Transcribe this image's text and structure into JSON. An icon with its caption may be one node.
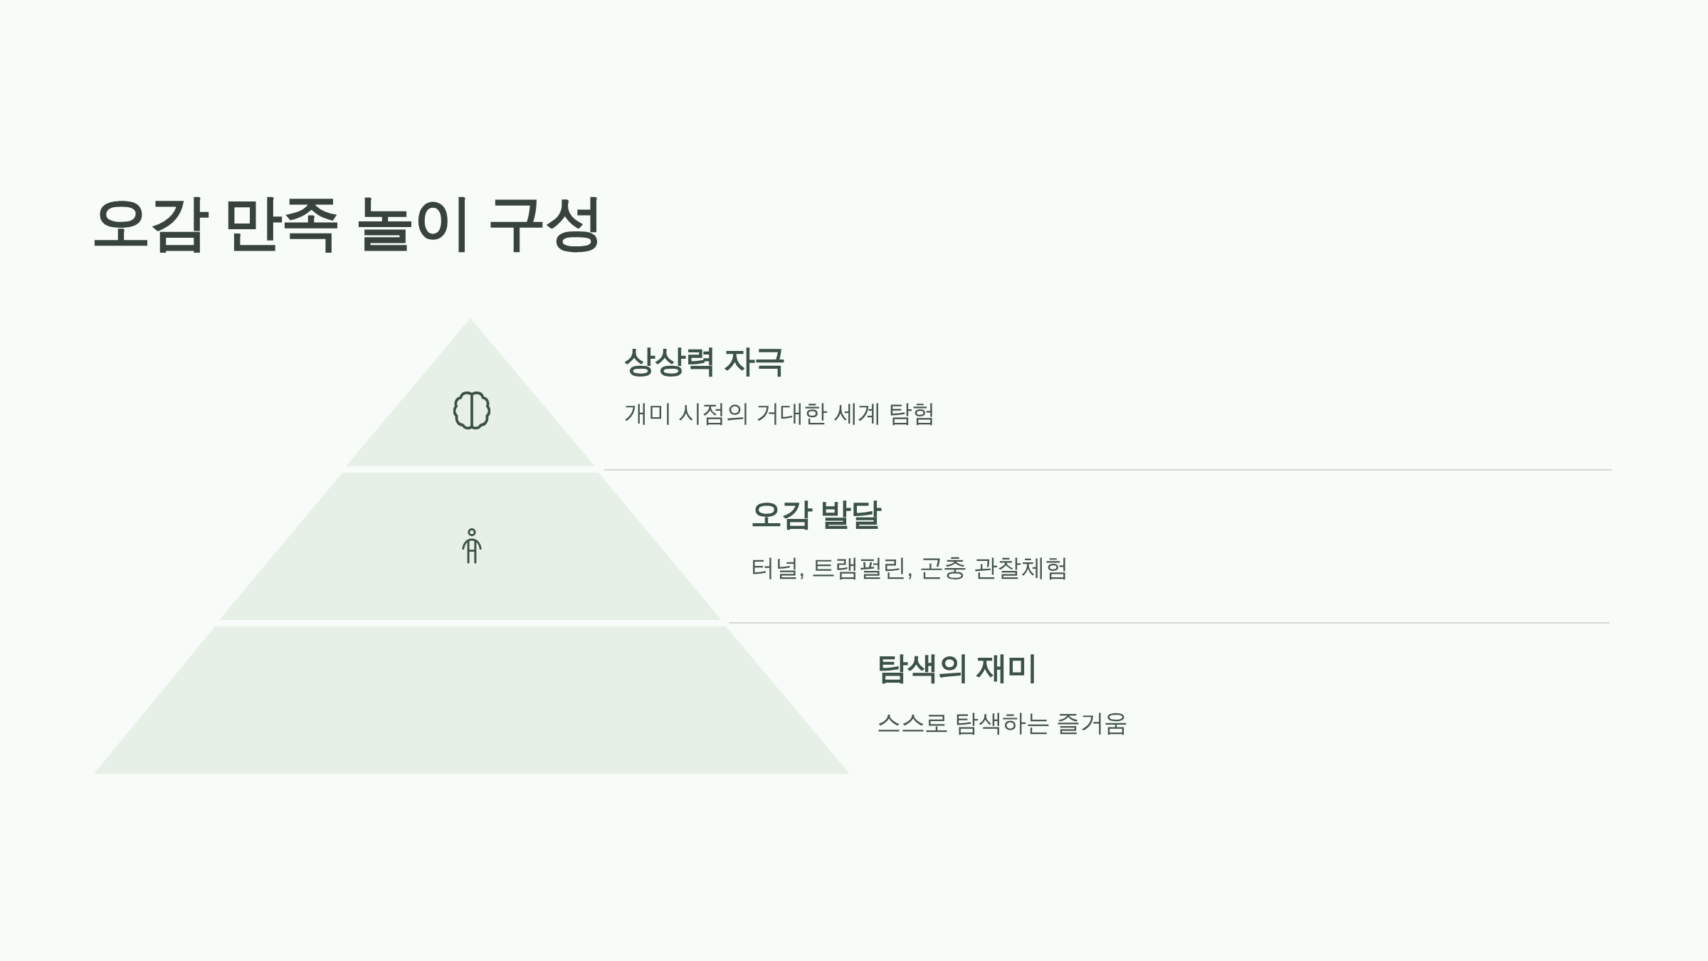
{
  "diagram": {
    "title": "오감 만족 놀이 구성",
    "nodes": [
      {
        "text": [
          "상상력 자극",
          "개미 시점의 거대한 세계 탐험"
        ]
      },
      {
        "text": [
          "오감 발달",
          "터널, 트램펄린, 곤충 관찰체험"
        ]
      },
      {
        "text": [
          "탐색의 재미",
          "스스로 탐색하는 즐거움"
        ]
      }
    ]
  }
}
